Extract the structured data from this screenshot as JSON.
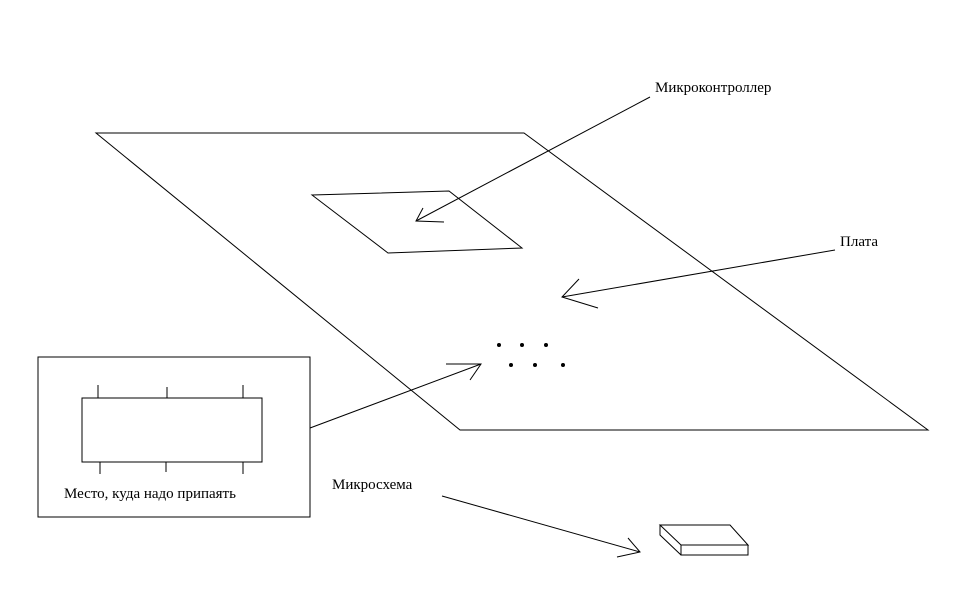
{
  "labels": {
    "microcontroller": "Микроконтроллер",
    "board": "Плата",
    "chip": "Микросхема",
    "solder_place": "Место, куда надо припаять"
  },
  "colors": {
    "stroke": "#000000",
    "background": "#ffffff"
  }
}
